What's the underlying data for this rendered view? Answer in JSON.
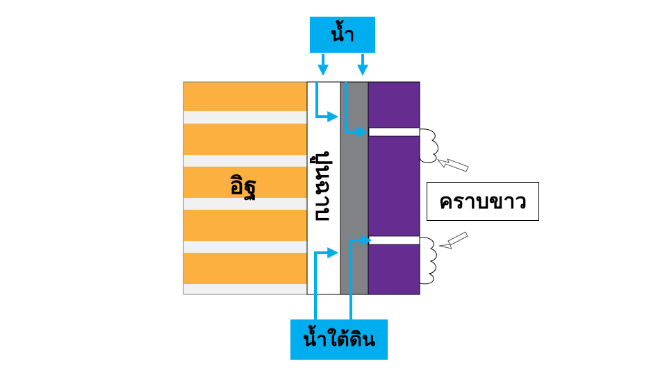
{
  "labels": {
    "water": "น้ำ",
    "groundwater": "น้ำใต้ดิน",
    "brick": "อิฐ",
    "plaster": "ปูนฉาบ",
    "efflorescence": "คราบขาว"
  },
  "colors": {
    "brick": "#fbb040",
    "mortar": "#f1f1f2",
    "plaster": "#ffffff",
    "mortar_layer": "#808285",
    "cladding": "#662d91",
    "water": "#00adef",
    "outline": "#000000"
  }
}
